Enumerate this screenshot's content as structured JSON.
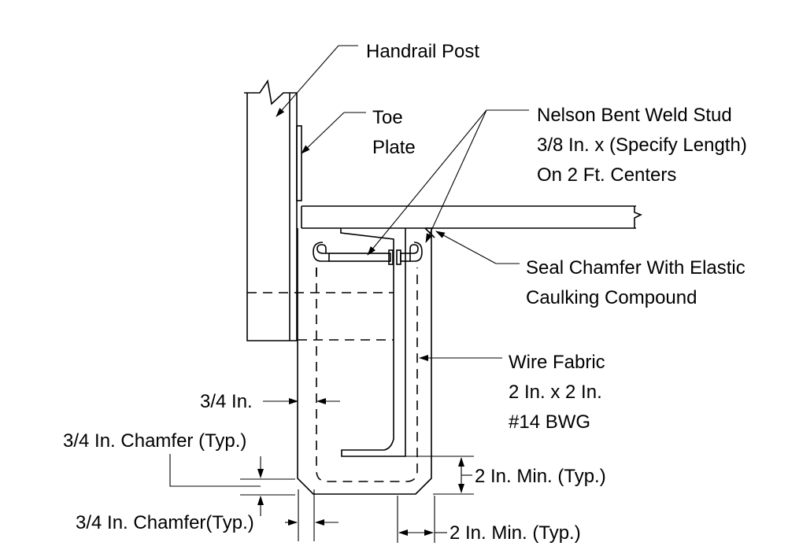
{
  "labels": {
    "handrail_post": "Handrail Post",
    "toe_line1": "Toe",
    "toe_line2": "Plate",
    "stud_line1": "Nelson Bent Weld Stud",
    "stud_line2": "3/8 In. x (Specify Length)",
    "stud_line3": "On 2 Ft. Centers",
    "seal_line1": "Seal Chamfer With Elastic",
    "seal_line2": "Caulking Compound",
    "wire_line1": "Wire Fabric",
    "wire_line2": "2 In. x 2 In.",
    "wire_line3": "#14 BWG",
    "dim_three_quarter": "3/4 In.",
    "chamfer_top": "3/4 In. Chamfer (Typ.)",
    "chamfer_bottom": "3/4 In. Chamfer(Typ.)",
    "two_in_min_right": "2 In. Min. (Typ.)",
    "two_in_min_bottom": "2 In. Min. (Typ.)"
  }
}
